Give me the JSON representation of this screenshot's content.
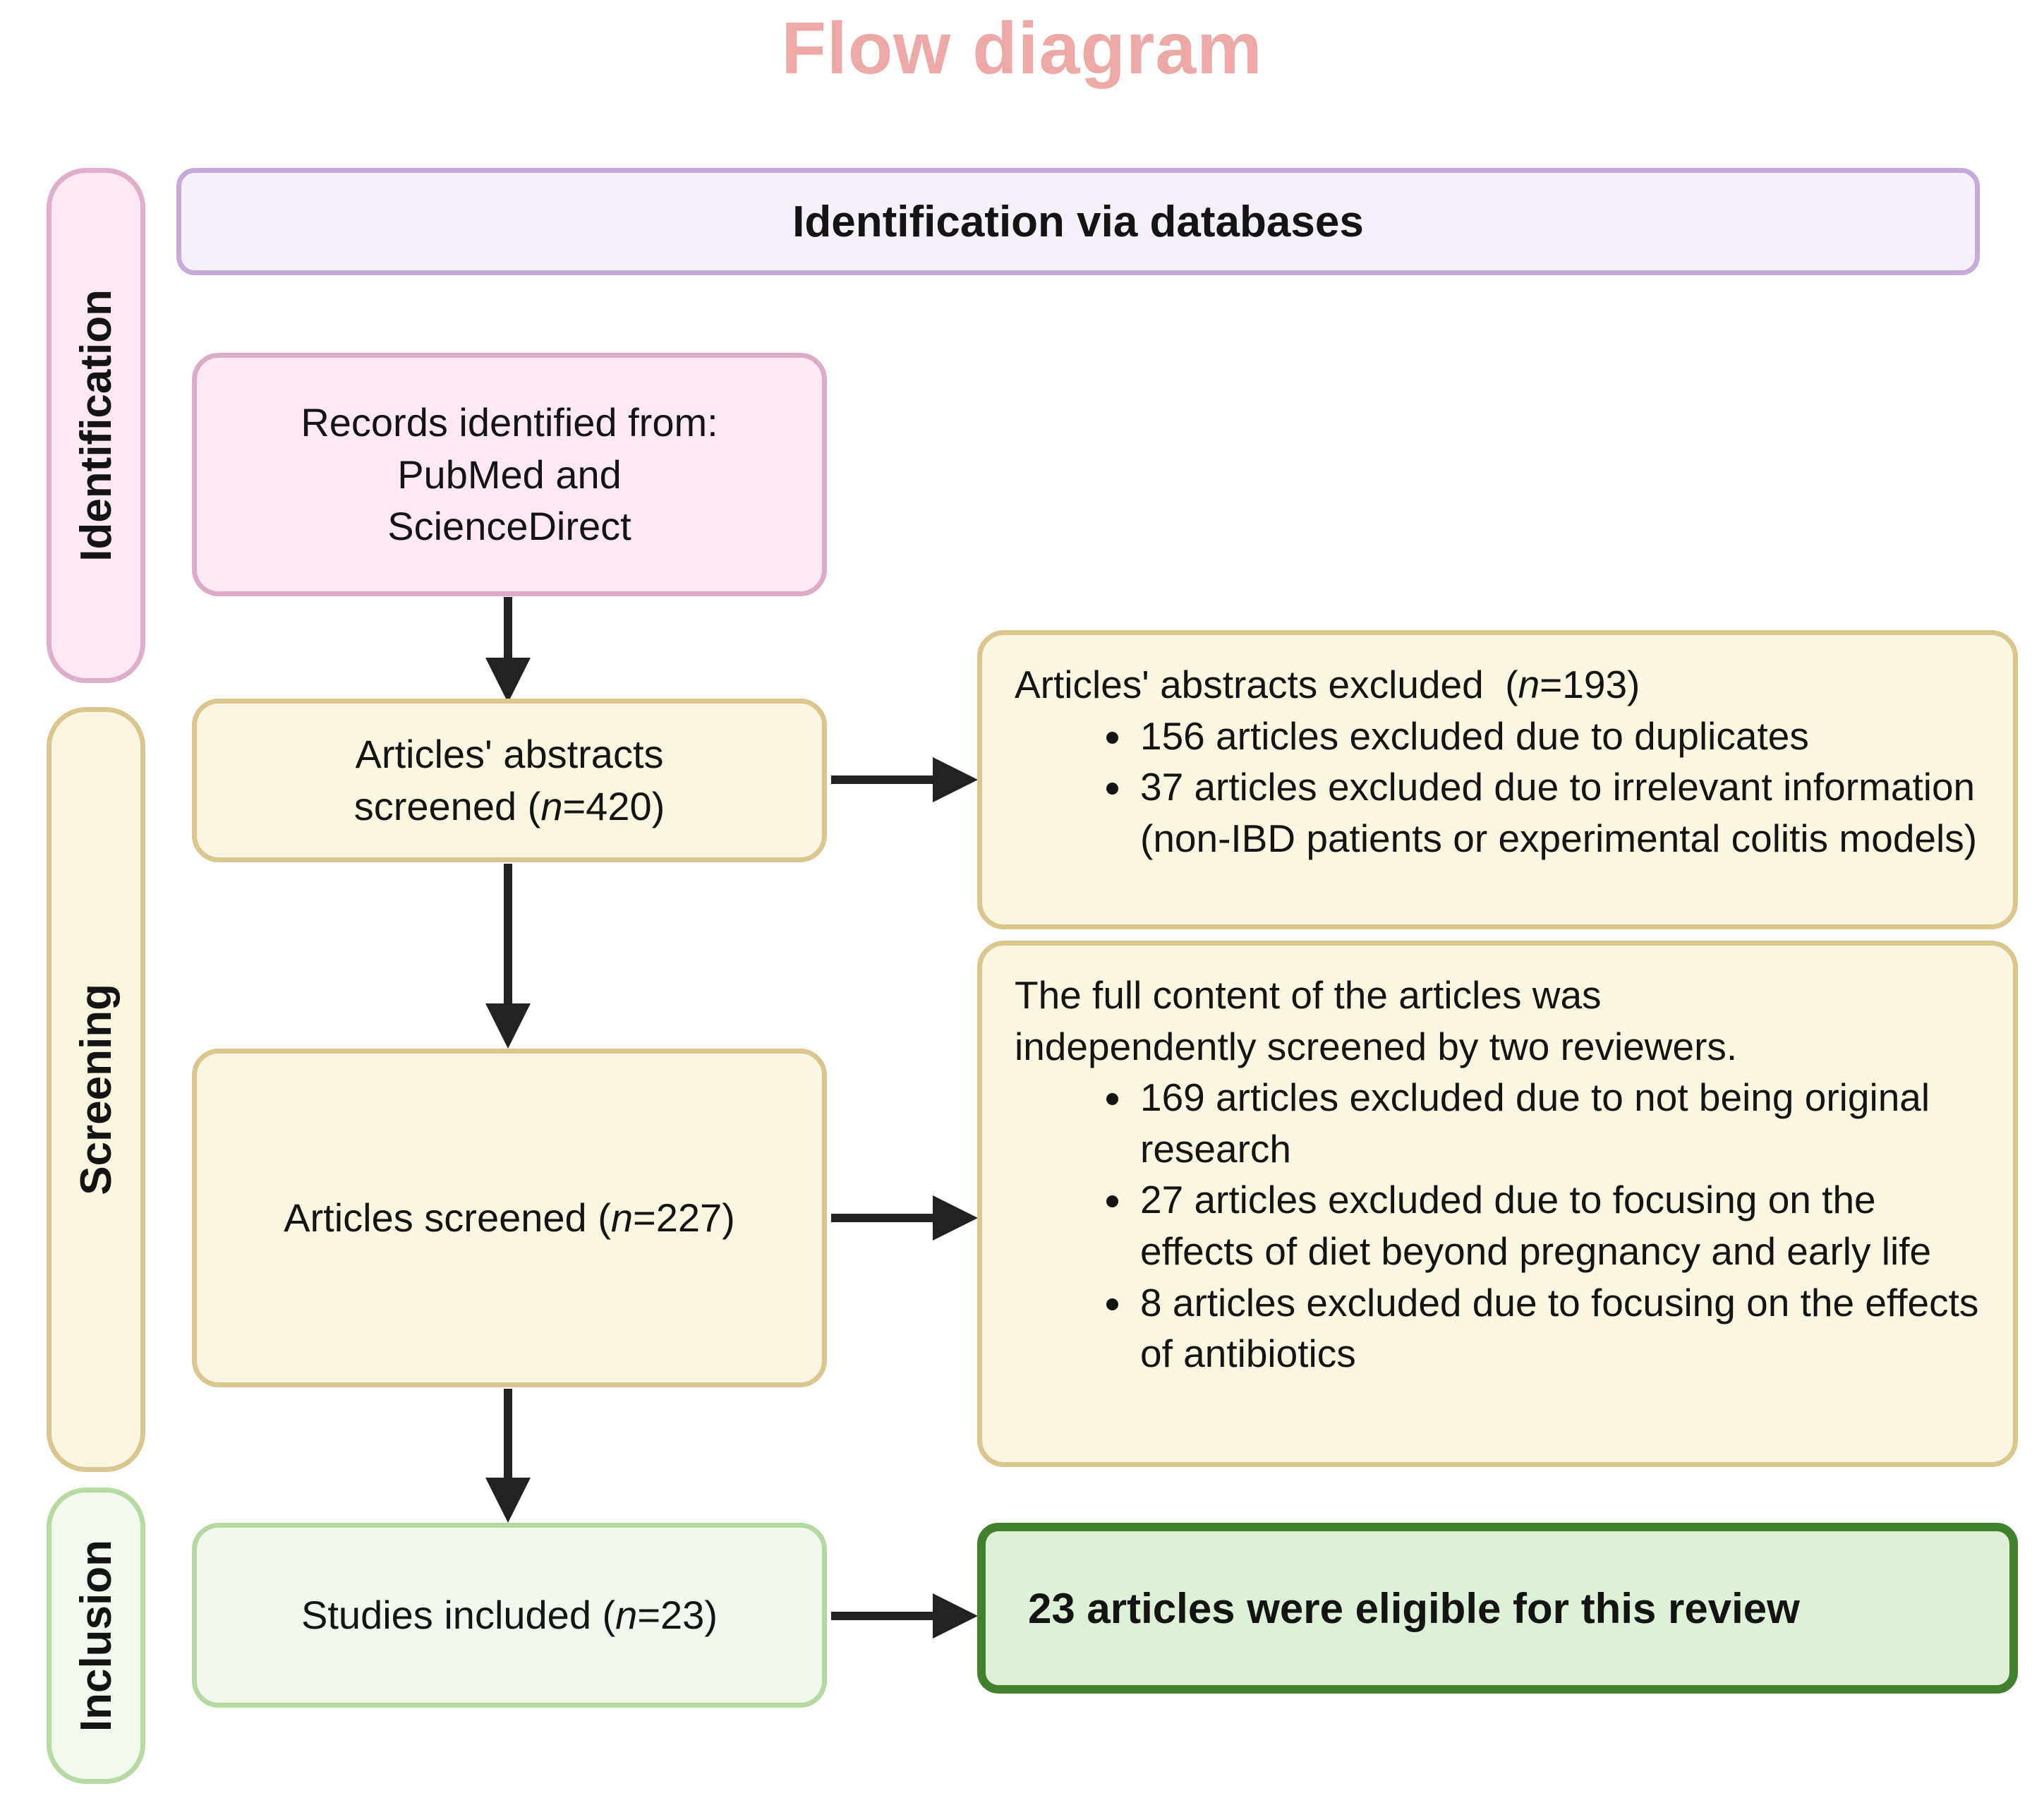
{
  "title": "Flow diagram",
  "banner": {
    "label": "Identification via databases"
  },
  "sidebar": {
    "identification": "Identification",
    "screening": "Screening",
    "inclusion": "Inclusion"
  },
  "flow": {
    "records": {
      "line1": "Records identified from:",
      "line2": "PubMed and",
      "line3": "ScienceDirect"
    },
    "abstracts_screened": {
      "line1": "Articles' abstracts",
      "line2_prefix": "screened (",
      "n_var": "n",
      "line2_suffix": "=420)"
    },
    "articles_screened": {
      "prefix": "Articles screened (",
      "n_var": "n",
      "suffix": "=227)"
    },
    "studies_included": {
      "prefix": "Studies included (",
      "n_var": "n",
      "suffix": "=23)"
    },
    "eligible": {
      "text": "23 articles were eligible for this review"
    }
  },
  "exclusions": {
    "abstracts": {
      "header_prefix": "Articles' abstracts excluded  (",
      "n_var": "n",
      "header_suffix": "=193)",
      "bullets": [
        "156 articles excluded due to duplicates",
        "37 articles excluded due to irrelevant information (non-IBD patients or experimental colitis models)"
      ]
    },
    "fulltext": {
      "header_line1": "The full content of the articles was",
      "header_line2": "independently screened by two reviewers.",
      "bullets": [
        "169 articles excluded due to not being original research",
        "27 articles excluded due to focusing on the effects of diet beyond pregnancy and early life",
        "8 articles excluded due to focusing on the effects of antibiotics"
      ]
    }
  },
  "colors": {
    "title_pink": "#eda8a8",
    "banner_fill": "#f6f0fb",
    "banner_border": "#c5aadb",
    "pink_fill": "#fce9f4",
    "pink_border": "#dcabc8",
    "yellow_fill": "#fbf6e2",
    "yellow_border": "#d9c78e",
    "green_fill": "#f1f8ed",
    "green_border": "#b6d8a2",
    "eligible_fill": "#dff0d9",
    "eligible_border": "#41802c",
    "arrow": "#222222"
  }
}
